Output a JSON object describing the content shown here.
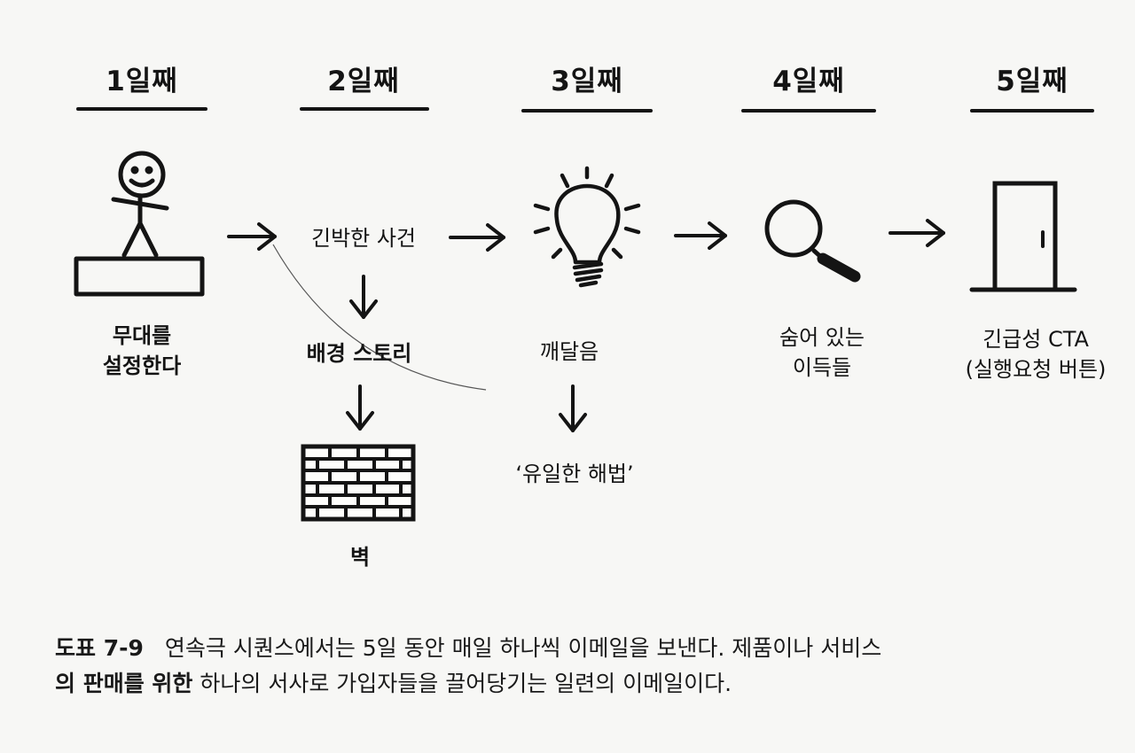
{
  "days": [
    "1일째",
    "2일째",
    "3일째",
    "4일째",
    "5일째"
  ],
  "stage1": {
    "line1": "무대를",
    "line2": "설정한다"
  },
  "stage2": {
    "main": "긴박한 사건",
    "sub": "배경 스토리",
    "sub2": "벽"
  },
  "stage3": {
    "main": "깨달음",
    "sub": "‘유일한 해법’"
  },
  "stage4": {
    "line1": "숨어 있는",
    "line2": "이득들"
  },
  "stage5": {
    "line1": "긴급성 CTA",
    "line2": "(실행요청 버튼)"
  },
  "icons": [
    "stick-figure-on-stage",
    "lightbulb",
    "magnifying-glass",
    "door",
    "brick-wall"
  ],
  "caption": {
    "figure_label": "도표 7-9",
    "line1_text": "연속극 시퀀스에서는 5일 동안 매일 하나씩 이메일을 보낸다. 제품이나 서비스",
    "line2_bold": "의 판매를 위한",
    "line2_text": " 하나의 서사로 가입자들을 끌어당기는 일련의 이메일이다."
  }
}
